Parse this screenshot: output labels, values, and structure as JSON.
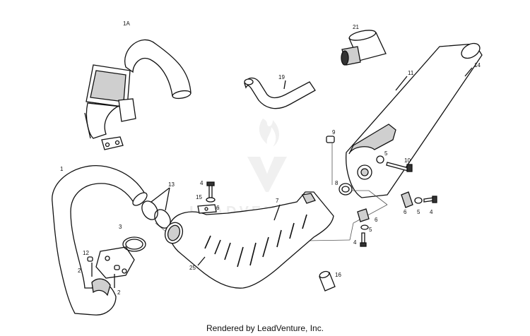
{
  "diagram": {
    "callouts": {
      "c1A": "1A",
      "c21": "21",
      "c19": "19",
      "c11": "11",
      "c14": "14",
      "c9": "9",
      "c5a": "5",
      "c10": "10",
      "c8": "8",
      "c1": "1",
      "c13": "13",
      "c4a": "4",
      "c15": "15",
      "c6a": "6",
      "c7": "7",
      "c6b": "6",
      "c5b": "5",
      "c4b": "4",
      "c6c": "6",
      "c5c": "5",
      "c4c": "4",
      "c3": "3",
      "c12": "12",
      "c2a": "2",
      "c2b": "2",
      "c25": "25",
      "c16": "16"
    },
    "watermark": "LEADVENTURE"
  },
  "footer": {
    "credit": "Rendered by LeadVenture, Inc."
  }
}
